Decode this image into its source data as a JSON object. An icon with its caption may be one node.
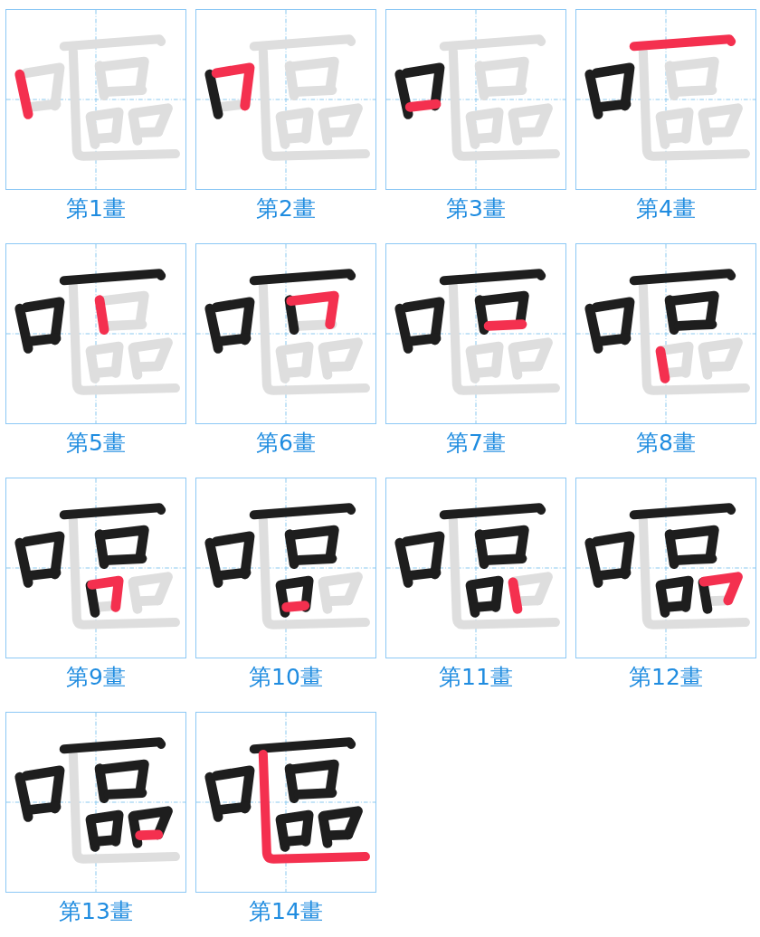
{
  "diagram": {
    "nodes": [
      {
        "text": [],
        "shape": "picture",
        "beside": [
          "第1畫"
        ]
      },
      {
        "text": [],
        "shape": "picture",
        "beside": [
          "第2畫"
        ]
      },
      {
        "text": [],
        "shape": "picture",
        "beside": [
          "第3畫"
        ]
      },
      {
        "text": [],
        "shape": "picture",
        "beside": [
          "第4畫"
        ]
      },
      {
        "text": [],
        "shape": "picture",
        "beside": [
          "第5畫"
        ]
      },
      {
        "text": [],
        "shape": "picture",
        "beside": [
          "第6畫"
        ]
      },
      {
        "text": [],
        "shape": "picture",
        "beside": [
          "第7畫"
        ]
      },
      {
        "text": [],
        "shape": "picture",
        "beside": [
          "第8畫"
        ]
      },
      {
        "text": [],
        "shape": "picture",
        "beside": [
          "第9畫"
        ]
      },
      {
        "text": [],
        "shape": "picture",
        "beside": [
          "第10畫"
        ]
      },
      {
        "text": [],
        "shape": "picture",
        "beside": [
          "第11畫"
        ]
      },
      {
        "text": [],
        "shape": "picture",
        "beside": [
          "第12畫"
        ]
      },
      {
        "text": [],
        "shape": "picture",
        "beside": [
          "第13畫"
        ]
      },
      {
        "text": [],
        "shape": "picture",
        "beside": [
          "第14畫"
        ]
      }
    ]
  }
}
